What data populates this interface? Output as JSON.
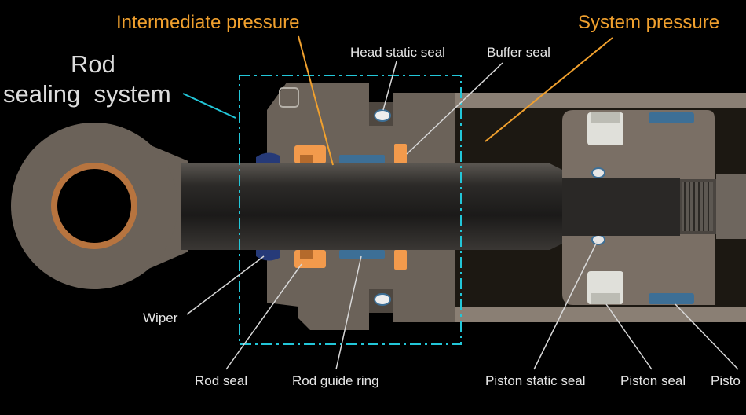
{
  "labels": {
    "intermediate_pressure": "Intermediate pressure",
    "system_pressure": "System pressure",
    "rod_system_line1": "Rod",
    "rod_system_line2": "sealing  system",
    "head_static_seal": "Head static seal",
    "buffer_seal": "Buffer seal",
    "wiper": "Wiper",
    "rod_seal": "Rod seal",
    "rod_guide_ring": "Rod guide ring",
    "piston_static_seal": "Piston static seal",
    "piston_seal": "Piston seal",
    "piston_partial": "Pisto"
  },
  "colors": {
    "background": "#000000",
    "housing": "#6b6259",
    "housing_light": "#877c71",
    "rod": "#2a2826",
    "eye_ring": "#b7743f",
    "orange_seal": "#f29a4c",
    "blue_seal": "#3d6f96",
    "wiper": "#263a78",
    "chamber": "#1b1712",
    "white_ring": "#e2e2dc",
    "accent_orange": "#f0a02e",
    "accent_cyan": "#22c6d8",
    "leader": "#d8d8d8"
  }
}
